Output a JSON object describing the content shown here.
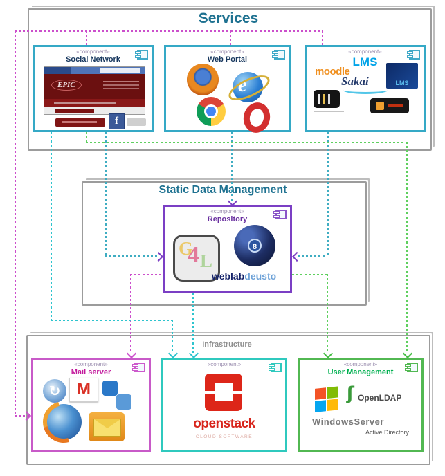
{
  "stereotype": "«component»",
  "services": {
    "title": "Services",
    "social_network": {
      "name": "Social Network",
      "site_logo": "EPIC",
      "facebook_letter": "f"
    },
    "web_portal": {
      "name": "Web Portal",
      "ie_letter": "e"
    },
    "lms": {
      "name": "LMS",
      "moodle": "moodle",
      "sakai": "Sakai",
      "lms_tile": "LMS"
    }
  },
  "static_layer": {
    "title": "Static Data Management",
    "repository": {
      "name": "Repository",
      "g4l": {
        "g": "G",
        "four": "4",
        "l": "L"
      },
      "ball_number": "8",
      "weblab": "weblab",
      "deusto": "deusto"
    }
  },
  "infrastructure": {
    "label": "Infrastructure",
    "mail_server": {
      "name": "Mail server",
      "gmail_letter": "M",
      "sync_glyph": "↻"
    },
    "openstack": {
      "wordmark": "openstack",
      "tagline": "CLOUD SOFTWARE"
    },
    "user_management": {
      "name": "User Management",
      "openldap_glyph": "ʃ",
      "openldap": "OpenLDAP",
      "windows_server": "WindowsServer",
      "active_directory": "Active Directory"
    }
  },
  "colors": {
    "title_teal": "#1F7291",
    "service_box_border": "#35A9C6",
    "repository_purple": "#7B3FC4",
    "mail_magenta": "#CC4FCC",
    "openstack_teal": "#2FC9BE",
    "user_green": "#52B852",
    "line_teal": "#3FADC2",
    "line_green": "#5FD05F",
    "openstack_red": "#D8251C",
    "frame_gray": "#9C9C9C"
  }
}
